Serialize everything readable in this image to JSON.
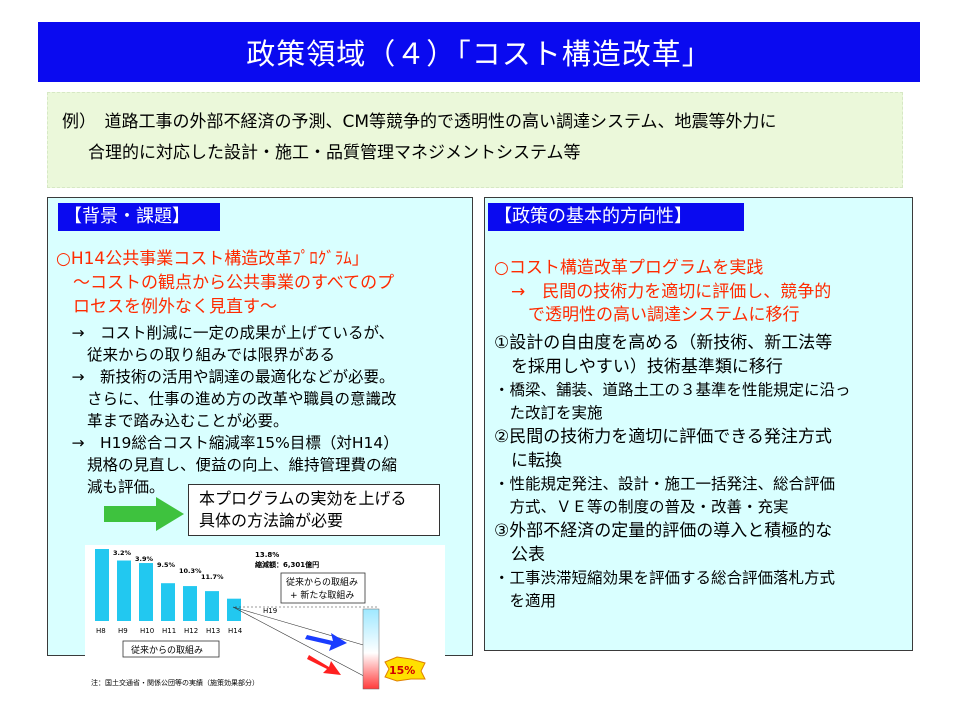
{
  "title": "政策領域（４）「コスト構造改革」",
  "example": {
    "line1": "例）　道路工事の外部不経済の予測、CM等競争的で透明性の高い調達システム、地震等外力に",
    "line2": "合理的に対応した設計・施工・品質管理マネジメントシステム等"
  },
  "left": {
    "heading": "【背景・課題】",
    "red_lines": [
      "○H14公共事業コスト構造改革ﾌﾟﾛｸﾞﾗﾑ」",
      "　～コストの観点から公共事業のすべてのプ",
      "　ロセスを例外なく見直す～"
    ],
    "lines": [
      "　→　コスト削減に一定の成果が上げているが、",
      "　　従来からの取り組みでは限界がある",
      "　→　新技術の活用や調達の最適化などが必要。",
      "　　さらに、仕事の進め方の改革や職員の意識改",
      "　　革まで踏み込むことが必要。",
      "　→　H19総合コスト縮減率15%目標（対H14）",
      "　　規格の見直し、便益の向上、維持管理費の縮",
      "　　減も評価。"
    ],
    "need_box": [
      "本プログラムの実効を上げる",
      "具体の方法論が必要"
    ]
  },
  "right": {
    "heading": "【政策の基本的方向性】",
    "red_lines": [
      "○コスト構造改革プログラムを実践",
      "　→　民間の技術力を適切に評価し、競争的",
      "　　で透明性の高い調達システムに移行"
    ],
    "lines": [
      {
        "text": "①設計の自由度を高める（新技術、新工法等",
        "cls": "r-blk"
      },
      {
        "text": "　を採用しやすい）技術基準類に移行",
        "cls": "r-blk"
      },
      {
        "text": "・橋梁、舗装、道路土工の３基準を性能規定に沿っ",
        "cls": "r-sm"
      },
      {
        "text": "　た改訂を実施",
        "cls": "r-sm"
      },
      {
        "text": "②民間の技術力を適切に評価できる発注方式",
        "cls": "r-blk"
      },
      {
        "text": "　に転換",
        "cls": "r-blk"
      },
      {
        "text": "・性能規定発注、設計・施工一括発注、総合評価",
        "cls": "r-sm"
      },
      {
        "text": "　方式、ＶＥ等の制度の普及・改善・充実",
        "cls": "r-sm"
      },
      {
        "text": "③外部不経済の定量的評価の導入と積極的な",
        "cls": "r-blk"
      },
      {
        "text": "　公表",
        "cls": "r-blk"
      },
      {
        "text": "・工事渋滞短縮効果を評価する総合評価落札方式",
        "cls": "r-sm"
      },
      {
        "text": "　を適用",
        "cls": "r-sm"
      }
    ]
  },
  "chart_data": {
    "type": "bar",
    "categories": [
      "H8",
      "H9",
      "H10",
      "H11",
      "H12",
      "H13",
      "H14"
    ],
    "values": [
      100,
      96.8,
      96.1,
      90.5,
      89.7,
      88.3,
      86.2
    ],
    "reduction_labels": [
      "3.2%",
      "3.9%",
      "9.5%",
      "10.3%",
      "11.7%",
      "13.8%"
    ],
    "summary_label": [
      "13.8%",
      "縮減額：6,301億円"
    ],
    "future_labels": [
      "H19"
    ],
    "target_label": "15%",
    "legend": [
      "従来からの取組み",
      "+ 新たな取組み"
    ],
    "label_box": "従来からの取組み",
    "source_note": "注：国土交通省・関係公団等の実績（施策効果部分）",
    "colors": {
      "bar": "#22c8f0",
      "target": "#ff3b3b",
      "new_arrow": "#1a3cff"
    }
  }
}
